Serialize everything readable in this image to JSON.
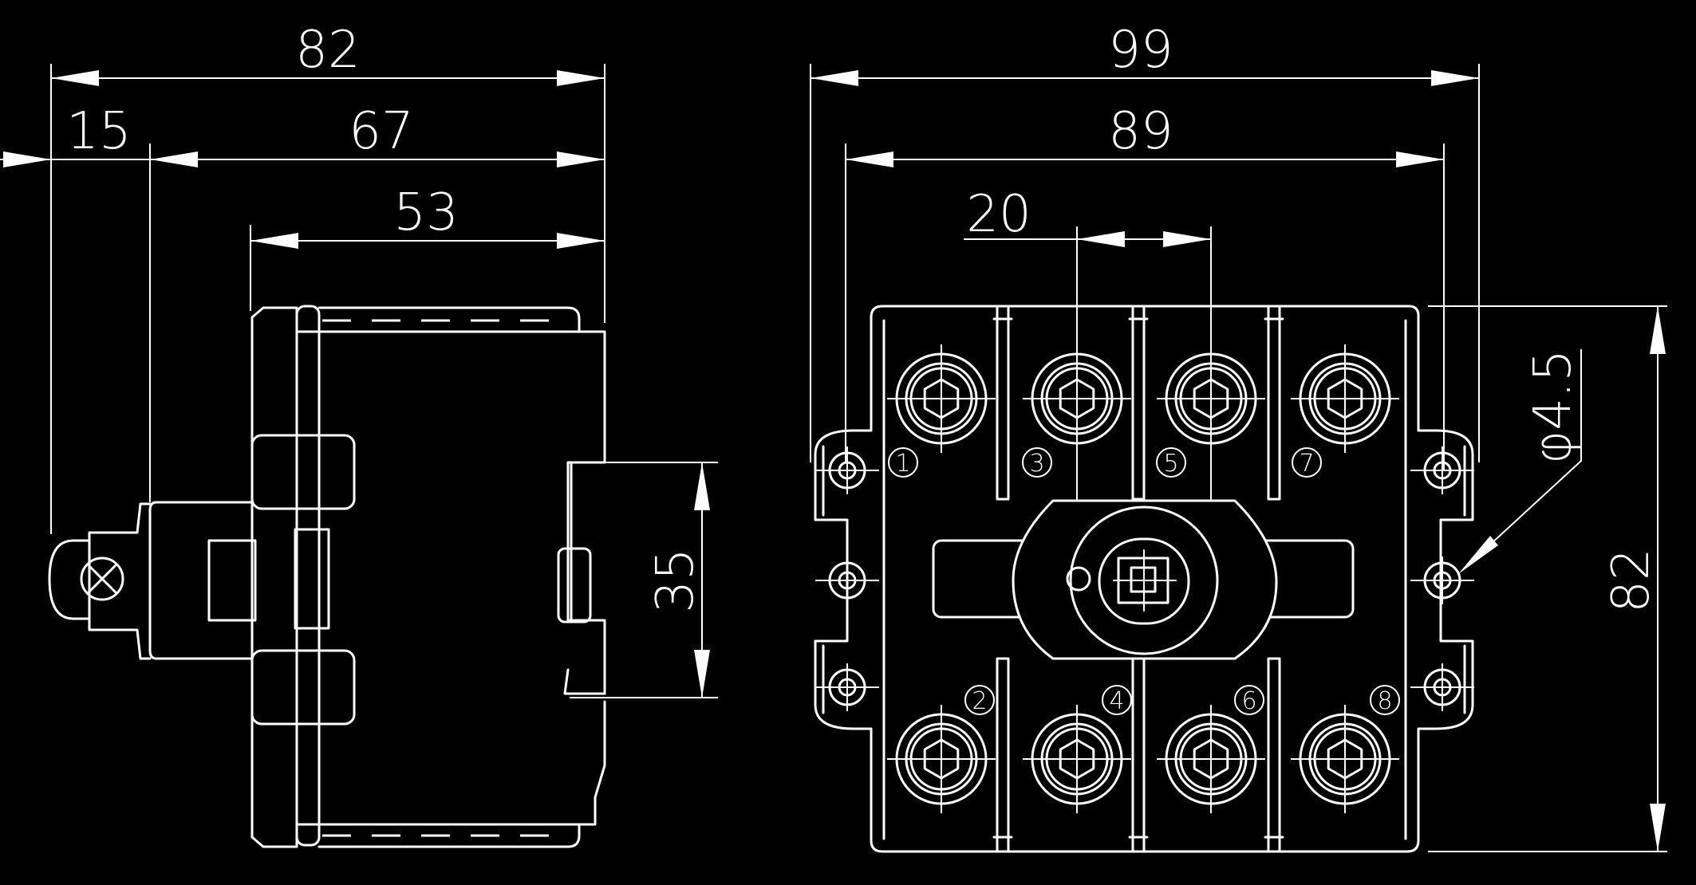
{
  "side_view": {
    "dims": {
      "overall": "82",
      "offset": "15",
      "depth": "67",
      "body": "53",
      "rail": "35"
    }
  },
  "front_view": {
    "dims": {
      "width_outer": "99",
      "width_holes": "89",
      "pitch": "20",
      "height": "82",
      "hole_dia": "φ4.5"
    },
    "terminals_top": [
      "1",
      "3",
      "5",
      "7"
    ],
    "terminals_bottom": [
      "2",
      "4",
      "6",
      "8"
    ]
  },
  "colors": {
    "background": "#000000",
    "line": "#ffffff"
  }
}
